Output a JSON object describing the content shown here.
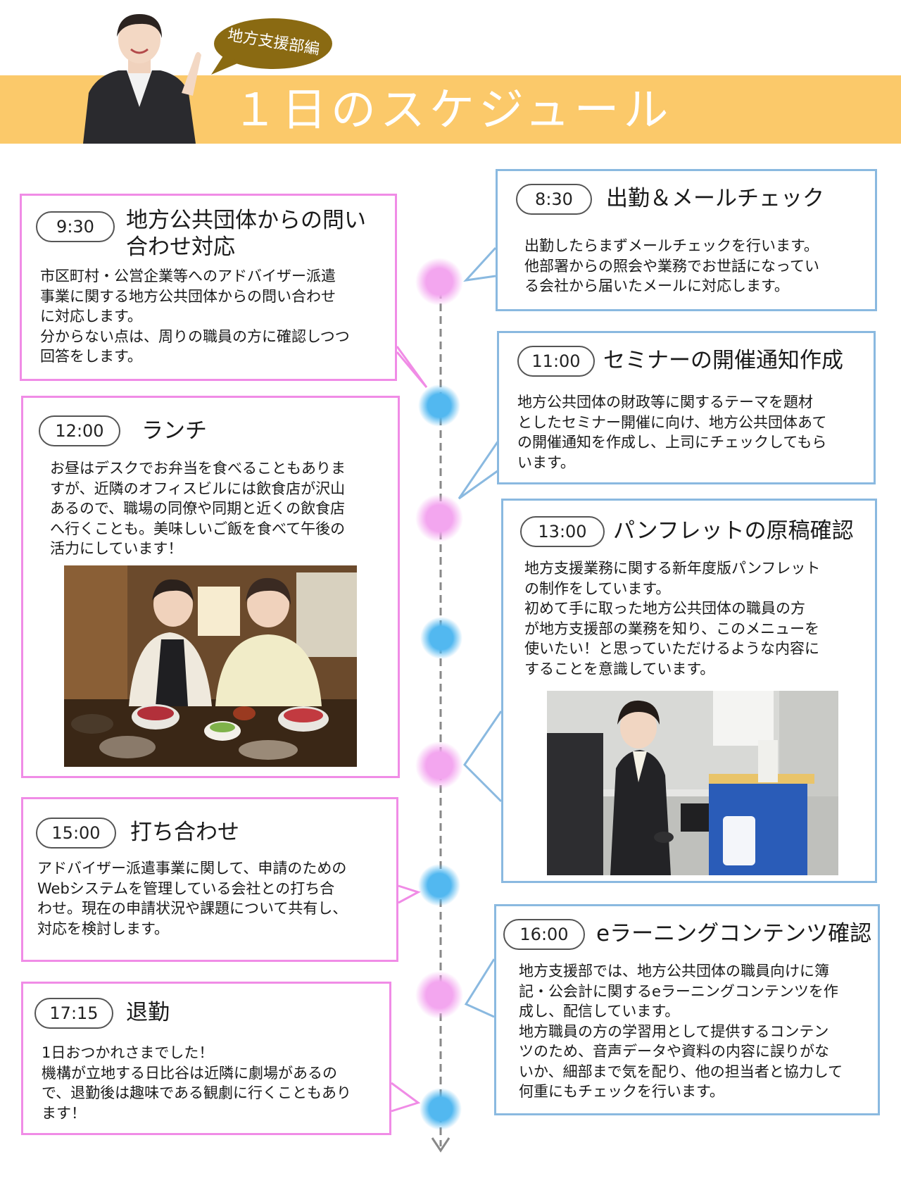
{
  "header": {
    "tag": "地方支援部編",
    "title": "１日のスケジュール"
  },
  "colors": {
    "band": "#fbc96a",
    "tag_bubble": "#8a6a12",
    "pink": "#f08ce6",
    "blue": "#8ab9e0"
  },
  "left": [
    {
      "time": "9:30",
      "title": "地方公共団体からの問い\n合わせ対応",
      "body": "市区町村・公営企業等へのアドバイザー派遣\n事業に関する地方公共団体からの問い合わせ\nに対応します。\n分からない点は、周りの職員の方に確認しつつ\n回答をします。"
    },
    {
      "time": "12:00",
      "title": "ランチ",
      "body": "お昼はデスクでお弁当を食べることもありま\nすが、近隣のオフィスビルには飲食店が沢山\nあるので、職場の同僚や同期と近くの飲食店\nへ行くことも。美味しいご飯を食べて午後の\n活力にしています！"
    },
    {
      "time": "15:00",
      "title": "打ち合わせ",
      "body": "アドバイザー派遣事業に関して、申請のための\nWebシステムを管理している会社との打ち合\nわせ。現在の申請状況や課題について共有し、\n対応を検討します。"
    },
    {
      "time": "17:15",
      "title": "退勤",
      "body": "1日おつかれさまでした！\n機構が立地する日比谷は近隣に劇場があるの\nで、退勤後は趣味である観劇に行くこともあり\nます！"
    }
  ],
  "right": [
    {
      "time": "8:30",
      "title": "出勤＆メールチェック",
      "body": "出勤したらまずメールチェックを行います。\n他部署からの照会や業務でお世話になってい\nる会社から届いたメールに対応します。"
    },
    {
      "time": "11:00",
      "title": "セミナーの開催通知作成",
      "body": "地方公共団体の財政等に関するテーマを題材\nとしたセミナー開催に向け、地方公共団体あて\nの開催通知を作成し、上司にチェックしてもら\nいます。"
    },
    {
      "time": "13:00",
      "title": "パンフレットの原稿確認",
      "body": "地方支援業務に関する新年度版パンフレット\nの制作をしています。\n初めて手に取った地方公共団体の職員の方\nが地方支援部の業務を知り、このメニューを\n使いたい！と思っていただけるような内容に\nすることを意識しています。"
    },
    {
      "time": "16:00",
      "title": "eラーニングコンテンツ確認",
      "body": "地方支援部では、地方公共団体の職員向けに簿\n記・公会計に関するeラーニングコンテンツを作\n成し、配信しています。\n地方職員の方の学習用として提供するコンテン\nツのため、音声データや資料の内容に誤りがな\nいか、細部まで気を配り、他の担当者と協力して\n何重にもチェックを行います。"
    }
  ]
}
